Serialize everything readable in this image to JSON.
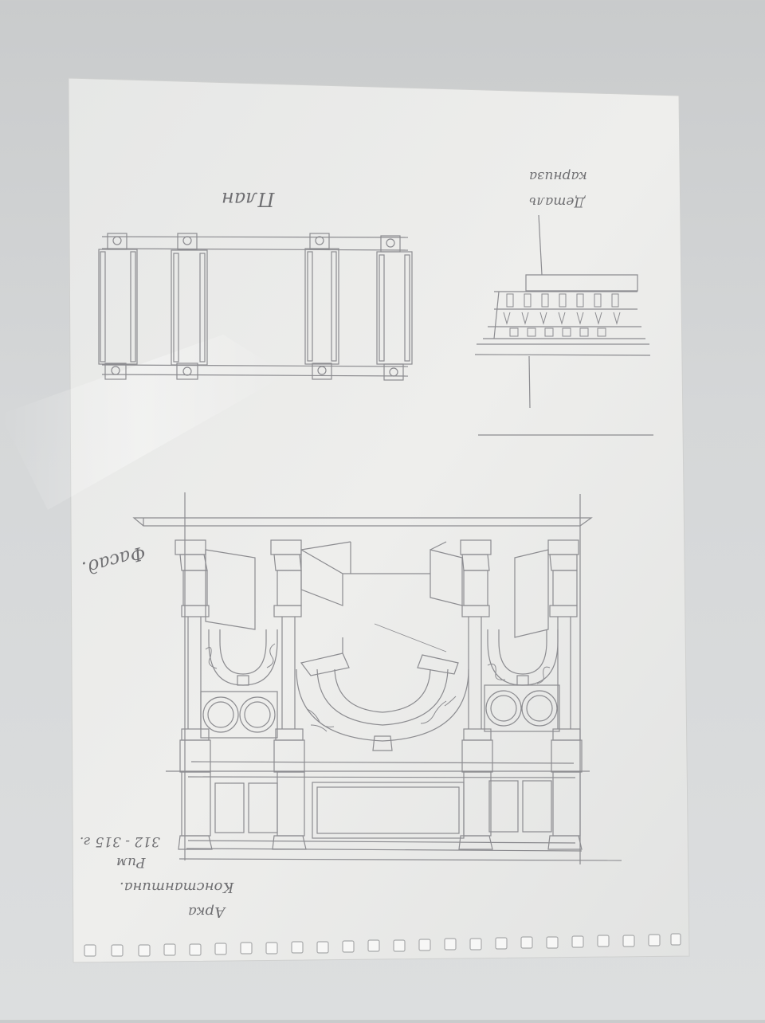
{
  "labels": {
    "plan": "План",
    "cornice_line1": "Деталь",
    "cornice_line2": "карниза",
    "facade": "Фасад.",
    "title_line1": "Арка",
    "title_line2": "Константина.",
    "title_line3": "Рим",
    "title_line4": "312 - 315 г."
  },
  "colors": {
    "paper": "#ececea",
    "pencil": "#8a8a8e",
    "background": "#d2d4d5"
  }
}
